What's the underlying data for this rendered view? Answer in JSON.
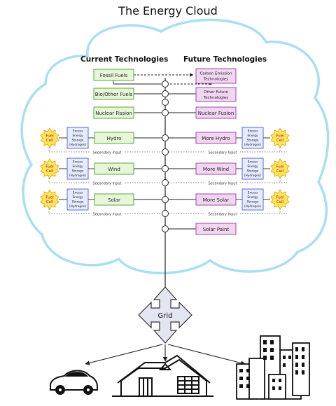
{
  "title": "The Energy Cloud",
  "current_heading": "Current Technologies",
  "future_heading": "Future Technologies",
  "current": {
    "fossil": "Fossil Fuels",
    "bio": "Bio/Other Fuels",
    "nuclear": "Nuclear Fission",
    "hydro": "Hydro",
    "wind": "Wind",
    "solar": "Solar"
  },
  "future": {
    "carbon_l1": "Carbon Emission",
    "carbon_l2": "Technologies",
    "other_l1": "Other Future",
    "other_l2": "Technologies",
    "fusion": "Nuclear Fusion",
    "hydro": "More Hydro",
    "wind": "More Wind",
    "solar": "More Solar",
    "paint": "Solar Paint"
  },
  "storage": [
    "Excess",
    "Energy",
    "Storage",
    "(Hydrogen)"
  ],
  "fuel_cell": [
    "Fuel",
    "Cell"
  ],
  "secondary_input": "Secondary Input",
  "grid": "Grid",
  "colors": {
    "cloud_outline": "#a8dff2",
    "current_fill": "#e7f6d9",
    "current_stroke": "#58a83a",
    "future_fill": "#f0d6f1",
    "future_stroke": "#a04aa6",
    "storage_fill": "#e6ebff",
    "storage_stroke": "#4a5bd0",
    "fuel_cell_fill": "#ffe45c",
    "fuel_cell_stroke": "#d9a400",
    "grid_fill": "#e3e6f0"
  }
}
